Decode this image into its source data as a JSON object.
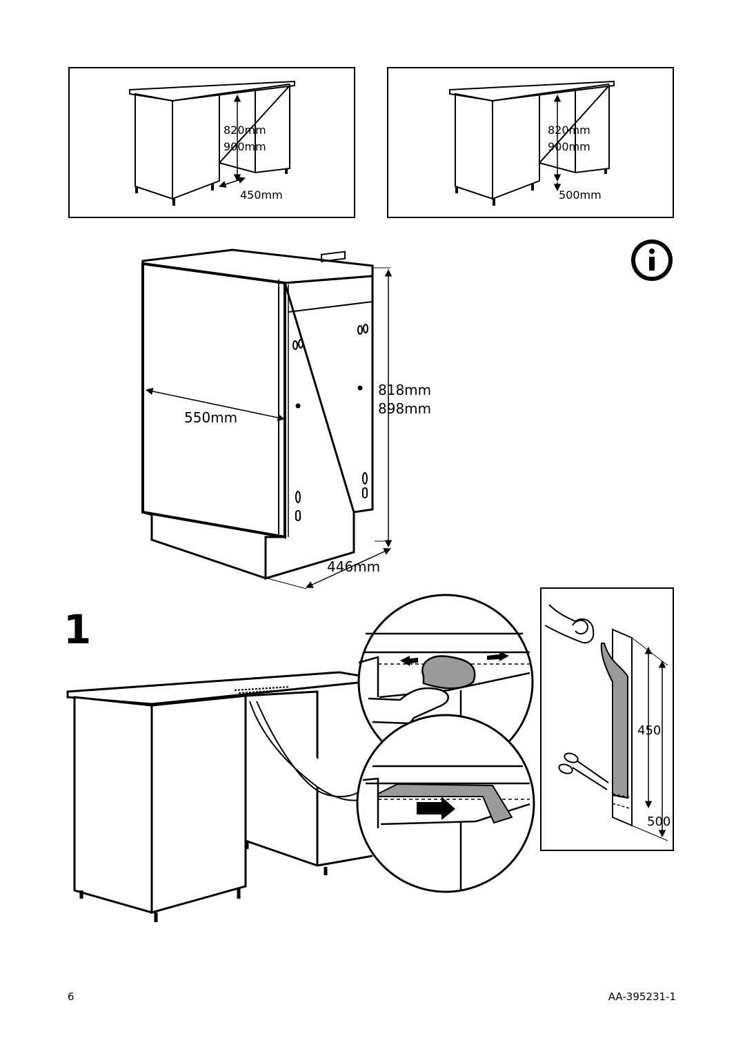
{
  "page_number": "6",
  "document_code": "AA-395231-1",
  "step_number": "1",
  "info_icon": "info-icon",
  "cabinet_panels": {
    "left": {
      "height_min": "820mm",
      "height_max": "900mm",
      "depth": "450mm"
    },
    "right": {
      "height_min": "820mm",
      "height_max": "900mm",
      "depth": "500mm"
    }
  },
  "dishwasher": {
    "width": "550mm",
    "height_min": "818mm",
    "height_max": "898mm",
    "depth": "446mm"
  },
  "strip_panel": {
    "length_short": "450",
    "length_long": "500"
  },
  "icons": [
    "info-icon",
    "scissors-icon",
    "hand-icon",
    "arrow-left-icon",
    "arrow-right-icon"
  ]
}
